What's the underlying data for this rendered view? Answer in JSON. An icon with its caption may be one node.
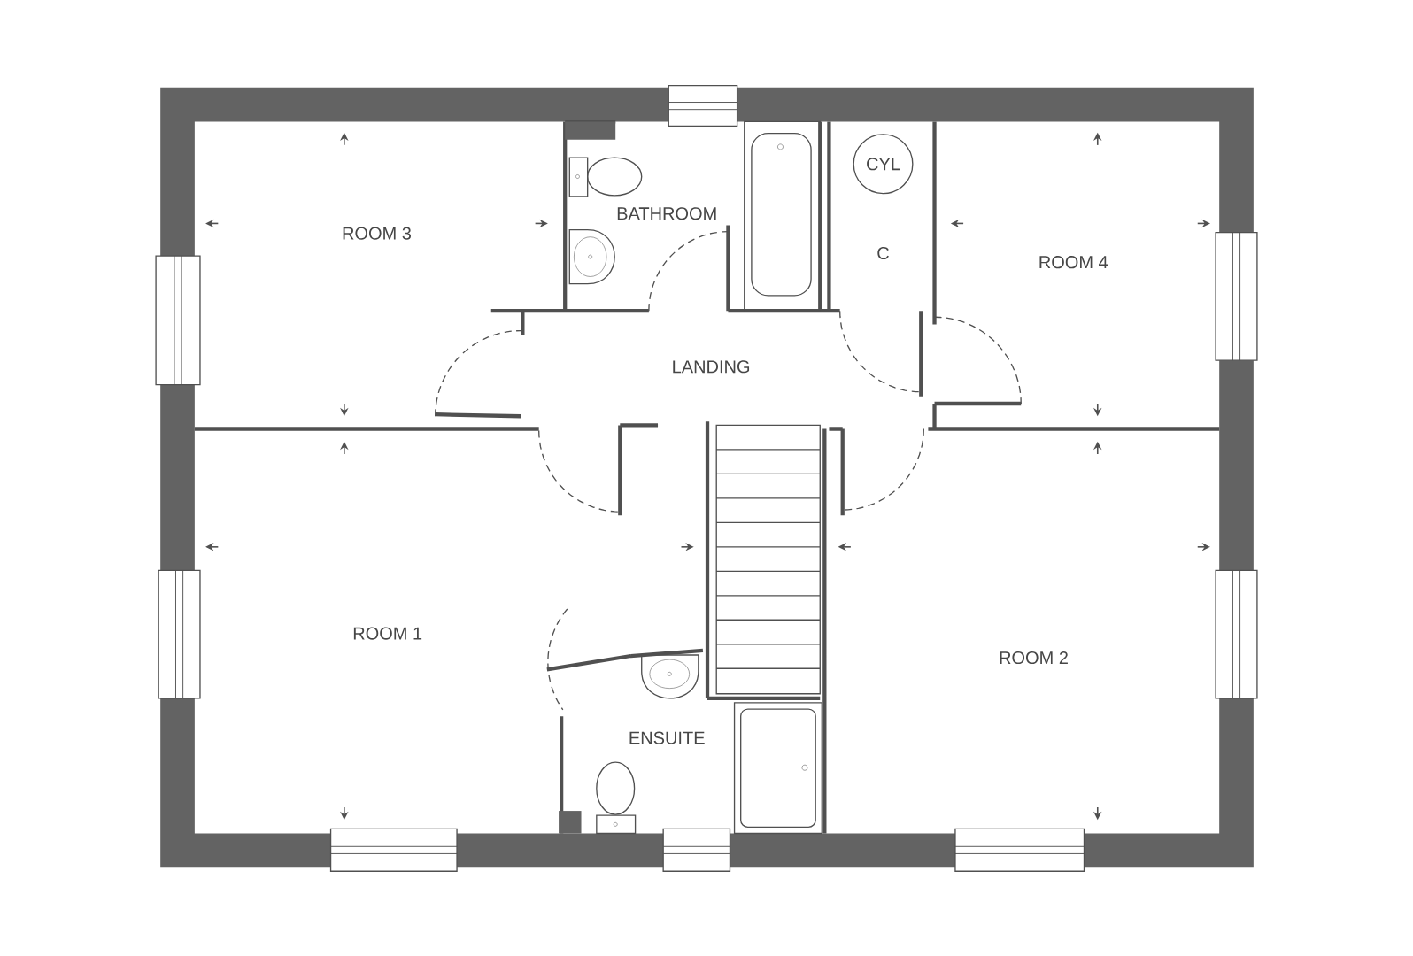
{
  "diagram": {
    "nodes": [
      {
        "text": [
          "CYL"
        ]
      }
    ],
    "labels": [
      "ROOM 3",
      "BATHROOM",
      "C",
      "ROOM 4",
      "LANDING",
      "ROOM 1",
      "ENSUITE",
      "ROOM 2"
    ]
  }
}
